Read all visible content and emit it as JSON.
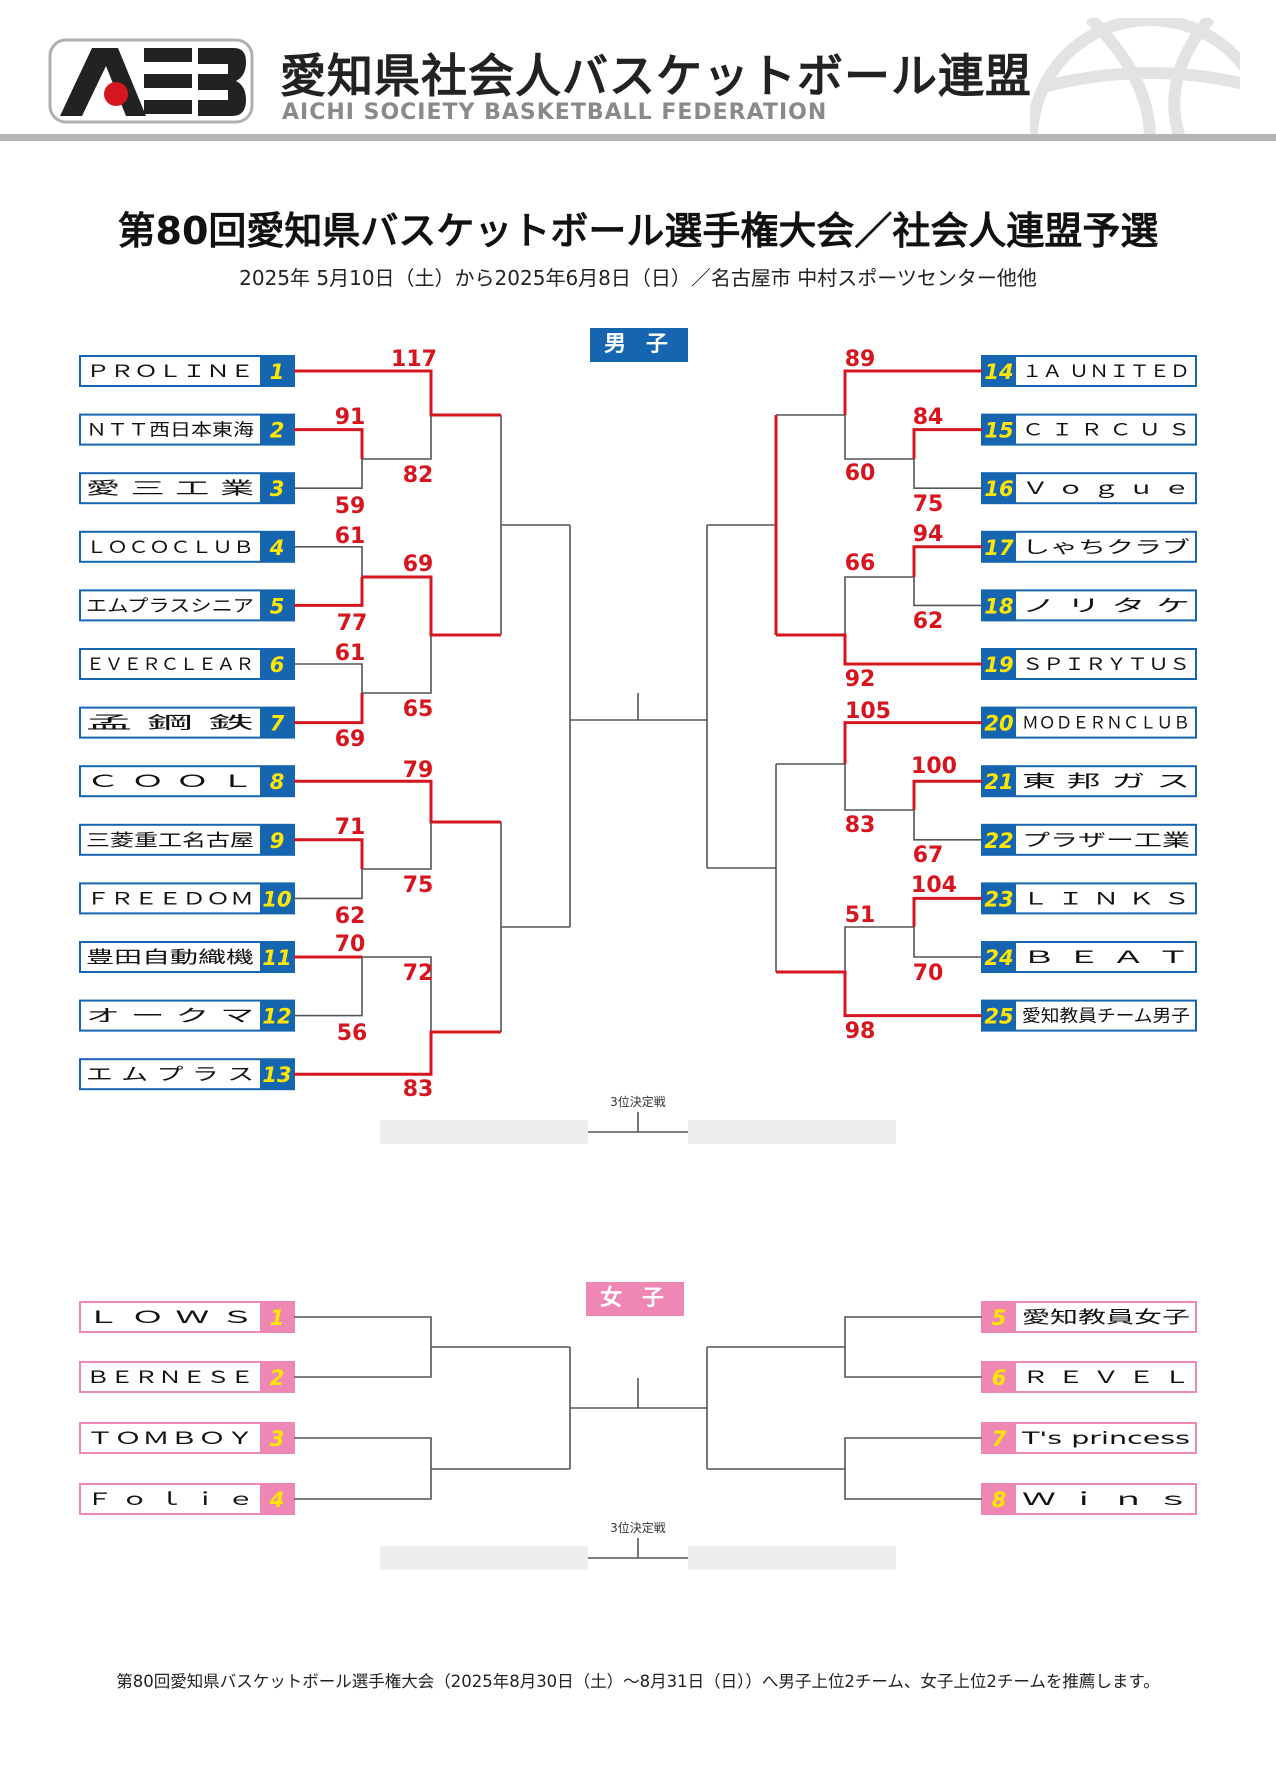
{
  "header": {
    "logo_text": "ASB",
    "org_name_jp": "愛知県社会人バスケットボール連盟",
    "org_name_en": "AICHI SOCIETY BASKETBALL FEDERATION"
  },
  "title": "第80回愛知県バスケットボール選手権大会／社会人連盟予選",
  "subtitle": "2025年 5月10日（土）から2025年6月8日（日）／名古屋市 中村スポーツセンター他他",
  "colors": {
    "men_accent": "#1565b0",
    "women_accent": "#ef87b4",
    "winner_line": "#d7151f",
    "men_number": "#ffe600",
    "women_number": "#ffe600"
  },
  "men": {
    "label": "男 子",
    "third_place_label": "3位決定戦",
    "teams": [
      {
        "name": "ＰＲＯＬＩＮＥ",
        "num": "1"
      },
      {
        "name": "ＮＴＴ西日本東海",
        "num": "2"
      },
      {
        "name": "愛 三 工 業",
        "num": "3"
      },
      {
        "name": "ＬＯＣＯＣＬＵＢ",
        "num": "4"
      },
      {
        "name": "エムプラスシニア",
        "num": "5"
      },
      {
        "name": "ＥＶＥＲＣＬＥＡＲ",
        "num": "6"
      },
      {
        "name": "孟 鋼 鉄",
        "num": "7"
      },
      {
        "name": "Ｃ Ｏ Ｏ Ｌ",
        "num": "8"
      },
      {
        "name": "三菱重工名古屋",
        "num": "9"
      },
      {
        "name": "ＦＲＥＥＤＯＭ",
        "num": "10"
      },
      {
        "name": "豊田自動織機",
        "num": "11"
      },
      {
        "name": "オ ー ク マ",
        "num": "12"
      },
      {
        "name": "エ ム プ ラ ス",
        "num": "13"
      },
      {
        "name": "１Ａ ＵＮＩＴＥＤ",
        "num": "14"
      },
      {
        "name": "Ｃ Ｉ Ｒ Ｃ Ｕ Ｓ",
        "num": "15"
      },
      {
        "name": "Ｖ ｏ ｇ ｕ ｅ",
        "num": "16"
      },
      {
        "name": "しゃちクラブ",
        "num": "17"
      },
      {
        "name": "ノ リ タ ケ",
        "num": "18"
      },
      {
        "name": "ＳＰＩＲＹＴＵＳ",
        "num": "19"
      },
      {
        "name": "ＭＯＤＥＲＮＣＬＵＢ",
        "num": "20"
      },
      {
        "name": "東 邦 ガ ス",
        "num": "21"
      },
      {
        "name": "プラザー工業",
        "num": "22"
      },
      {
        "name": "Ｌ Ｉ Ｎ Ｋ Ｓ",
        "num": "23"
      },
      {
        "name": "Ｂ Ｅ Ａ Ｔ",
        "num": "24"
      },
      {
        "name": "愛知教員チーム男子",
        "num": "25"
      }
    ],
    "scores": [
      "117",
      "82",
      "91",
      "59",
      "61",
      "77",
      "69",
      "61",
      "69",
      "65",
      "79",
      "71",
      "62",
      "75",
      "70",
      "56",
      "72",
      "83",
      "89",
      "60",
      "84",
      "75",
      "94",
      "62",
      "66",
      "92",
      "105",
      "83",
      "100",
      "67",
      "104",
      "70",
      "51",
      "98"
    ]
  },
  "women": {
    "label": "女 子",
    "third_place_label": "3位決定戦",
    "teams": [
      {
        "name": "Ｌ Ｏ Ｗ Ｓ",
        "num": "1"
      },
      {
        "name": "ＢＥＲＮＥＳＥ",
        "num": "2"
      },
      {
        "name": "ＴＯＭＢＯＹ",
        "num": "3"
      },
      {
        "name": "Ｆ ｏ ｌ ｉ ｅ",
        "num": "4"
      },
      {
        "name": "愛知教員女子",
        "num": "5"
      },
      {
        "name": "Ｒ Ｅ Ｖ Ｅ Ｌ",
        "num": "6"
      },
      {
        "name": "T's princess",
        "num": "7"
      },
      {
        "name": "Ｗ ｉ ｎ ｓ",
        "num": "8"
      }
    ]
  },
  "footer": "第80回愛知県バスケットボール選手権大会（2025年8月30日（土）～8月31日（日））へ男子上位2チーム、女子上位2チームを推薦します。"
}
